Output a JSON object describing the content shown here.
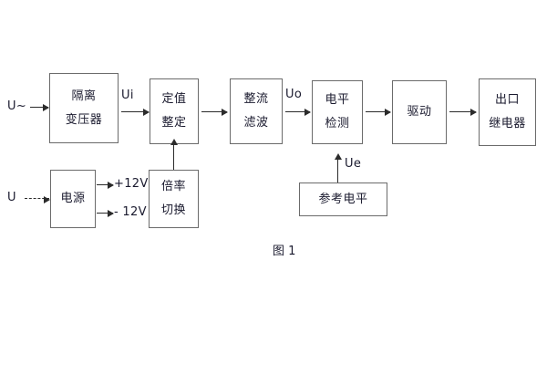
{
  "figure": {
    "caption": "图 1",
    "stroke_color": "#6b6b6b",
    "arrow_color": "#2b2b2b",
    "text_color": "#1a1a2e",
    "background": "#ffffff"
  },
  "inputs": {
    "ac_source": "U~",
    "dc_source": "U"
  },
  "signal_labels": {
    "ui": "Ui",
    "uo": "Uo",
    "ue": "Ue"
  },
  "power_rails": {
    "positive": "+12V",
    "negative": "- 12V"
  },
  "blocks": [
    {
      "id": "isolation-transformer",
      "lines": [
        "隔离",
        "变压器"
      ]
    },
    {
      "id": "setting-value",
      "lines": [
        "定值",
        "整定"
      ]
    },
    {
      "id": "rectify-filter",
      "lines": [
        "整流",
        "滤波"
      ]
    },
    {
      "id": "level-detection",
      "lines": [
        "电平",
        "检测"
      ]
    },
    {
      "id": "drive",
      "lines": [
        "驱动"
      ]
    },
    {
      "id": "output-relay",
      "lines": [
        "出口",
        "继电器"
      ]
    },
    {
      "id": "power-supply",
      "lines": [
        "电源"
      ]
    },
    {
      "id": "multiplier-switch",
      "lines": [
        "倍率",
        "切换"
      ]
    },
    {
      "id": "reference-level",
      "lines": [
        "参考电平"
      ]
    }
  ]
}
